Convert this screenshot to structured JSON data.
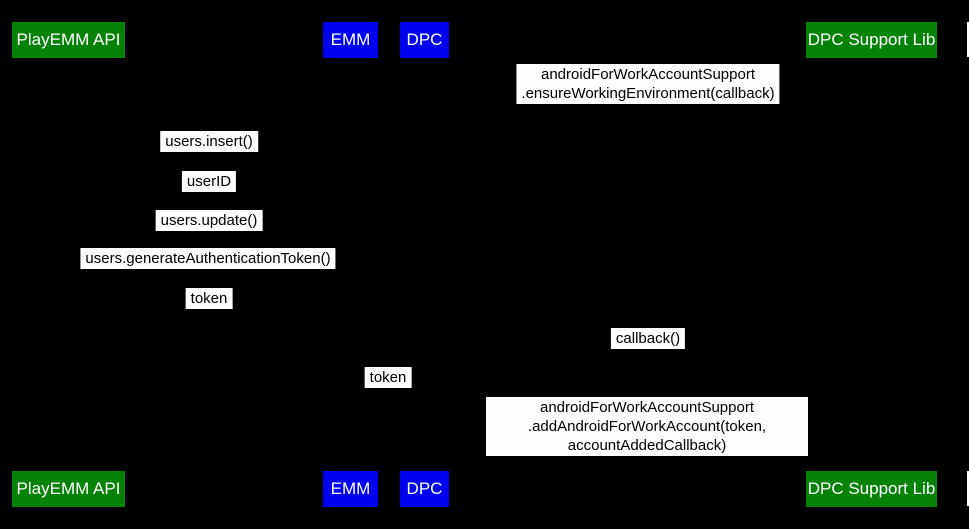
{
  "diagram": {
    "type": "sequence-diagram",
    "background_color": "#000000",
    "colors": {
      "participant_green": "#068306",
      "participant_blue": "#0000f0",
      "participant_text": "#ffffff",
      "message_background": "#fdfdfd",
      "message_text": "#000000"
    },
    "participants": [
      {
        "label": "PlayEMM API",
        "color": "#068306"
      },
      {
        "label": "EMM",
        "color": "#0000f0"
      },
      {
        "label": "DPC",
        "color": "#0000f0"
      },
      {
        "label": "DPC Support Lib",
        "color": "#068306"
      }
    ],
    "messages": [
      {
        "text": "androidForWorkAccountSupport\n.ensureWorkingEnvironment(callback)"
      },
      {
        "text": "users.insert()"
      },
      {
        "text": "userID"
      },
      {
        "text": "users.update()"
      },
      {
        "text": "users.generateAuthenticationToken()"
      },
      {
        "text": "token"
      },
      {
        "text": "callback()"
      },
      {
        "text": "token"
      },
      {
        "text": "androidForWorkAccountSupport\n.addAndroidForWorkAccount(token, accountAddedCallback)"
      }
    ]
  }
}
